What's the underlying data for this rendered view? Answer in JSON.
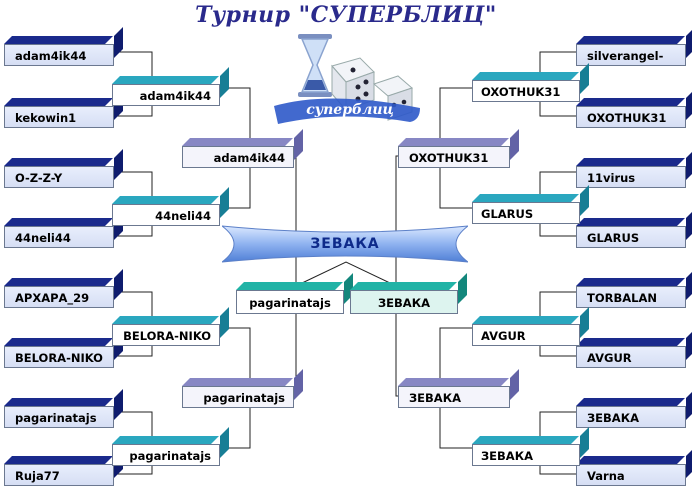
{
  "title": "Турнир \"СУПЕРБЛИЦ\"",
  "logo_text": "суперблиц",
  "winner": "ЗЕВАКА",
  "left": {
    "r1": [
      "adam4ik44",
      "kekowin1",
      "O-Z-Z-Y",
      "44neli44",
      "АРХАРА_29",
      "BELORA-NIKO",
      "pagarinatajs",
      "Ruja77"
    ],
    "r2": [
      "adam4ik44",
      "44neli44",
      "BELORA-NIKO",
      "pagarinatajs"
    ],
    "r3": [
      "adam4ik44",
      "pagarinatajs"
    ],
    "final": "pagarinatajs"
  },
  "right": {
    "r1": [
      "silverangel-",
      "OXOTHUK31",
      "11virus",
      "GLARUS",
      "TORBALAN",
      "AVGUR",
      "ЗЕВАКА",
      "Varna"
    ],
    "r2": [
      "OXOTHUK31",
      "GLARUS",
      "AVGUR",
      "ЗЕВАКА"
    ],
    "r3": [
      "OXOTHUK31",
      "ЗЕВАКА"
    ],
    "final": "ЗЕВАКА"
  }
}
